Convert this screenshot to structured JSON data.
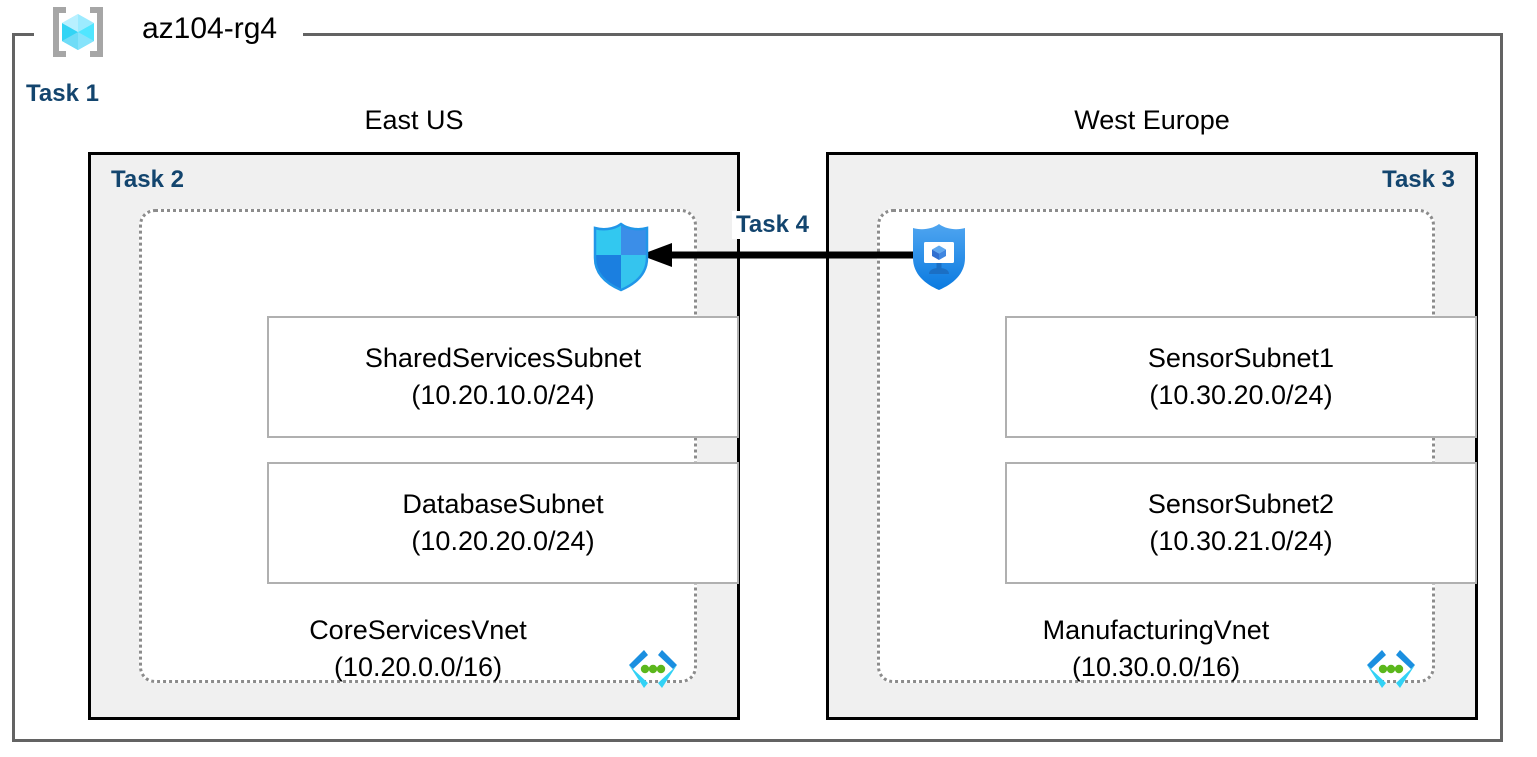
{
  "diagram": {
    "resource_group": {
      "name": "az104-rg4",
      "icon": "resource-group-cube-icon",
      "task_label": "Task 1"
    },
    "regions": [
      {
        "caption": "East US",
        "task_label": "Task 2",
        "task_label_align": "left",
        "vnet": {
          "name": "CoreServicesVnet",
          "cidr": "(10.20.0.0/16)",
          "icon": "virtual-network-icon",
          "subnets": [
            {
              "name": "SharedServicesSubnet",
              "cidr": "(10.20.10.0/24)"
            },
            {
              "name": "DatabaseSubnet",
              "cidr": "(10.20.20.0/24)"
            }
          ]
        }
      },
      {
        "caption": "West Europe",
        "task_label": "Task 3",
        "task_label_align": "right",
        "vnet": {
          "name": "ManufacturingVnet",
          "cidr": "(10.30.0.0/16)",
          "icon": "virtual-network-icon",
          "subnets": [
            {
              "name": "SensorSubnet1",
              "cidr": "(10.30.20.0/24)"
            },
            {
              "name": "SensorSubnet2",
              "cidr": "(10.30.21.0/24)"
            }
          ]
        }
      }
    ],
    "connection": {
      "task_label": "Task 4",
      "direction": "right-to-left",
      "source_icon": "virtual-network-gateway-shield-icon",
      "target_icon": "network-security-group-shield-icon"
    },
    "colors": {
      "task_label": "#13456e",
      "region_box_fill": "#f0f0f0",
      "region_box_border": "#000000",
      "vnet_border": "#8c8c8c",
      "subnet_border": "#b0b0b0",
      "frame_border": "#636363",
      "arrow": "#000000",
      "shield_cyan": "#32c8f0",
      "shield_blue": "#1b7fe0",
      "vnet_glyph_blue": "#0f8ee0",
      "vnet_glyph_cyan": "#32d2f5",
      "vnet_glyph_green": "#5bb71c",
      "rg_cube_cyan": "#50e6ff",
      "rg_bracket_gray": "#a0a0a0"
    }
  }
}
